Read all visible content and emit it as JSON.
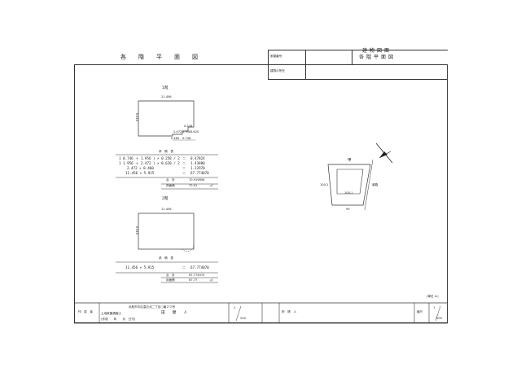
{
  "header": {
    "left_title": "各　階　平　面　図",
    "row1_label": "家屋番号",
    "row2_label": "建物の所在",
    "right_title_top": "建物図面",
    "right_title_bottom": "各階平面図"
  },
  "floor1": {
    "title": "1階",
    "dim_top": "11.456",
    "dim_left": "5.915",
    "dims_small": [
      "0.528",
      "2.472",
      "1.956",
      "3.620",
      "0.460",
      "0.746"
    ],
    "calc_header": "求　積　表",
    "calc_rows": [
      {
        "expr": "1  0.746 ＋ 1.956 ) × 0.258 / 2",
        "eq": "＝",
        "val": "0.47824"
      },
      {
        "expr": "1  1.956 ＋ 2.472 ) × 0.620 / 2",
        "eq": "＝",
        "val": "1.43880"
      },
      {
        "expr": "2.472 ×  0.460",
        "eq": "＝",
        "val": "1.22970"
      },
      {
        "expr": "11.456 ×  5.915",
        "eq": "＝",
        "val": "67.774070"
      }
    ],
    "total_label": "合　計",
    "total_value": "70.919856",
    "floor_area_label": "床面積",
    "floor_area_value": "70.91",
    "unit": "㎡"
  },
  "floor2": {
    "title": "2階",
    "dim_top": "11.456",
    "dim_left": "5.915",
    "calc_header": "求　積　表",
    "calc_rows": [
      {
        "expr": "11.456 ×  5.915",
        "eq": "＝",
        "val": "67.774070"
      }
    ],
    "total_label": "合　計",
    "total_value": "67.774070",
    "floor_area_label": "床面積",
    "floor_area_value": "67.77",
    "unit": "㎡"
  },
  "site": {
    "building_label": "甲",
    "lot_left": "100-2",
    "lot_main": "100-1",
    "road_label": "道路",
    "bottom_label": "99"
  },
  "footer": {
    "unit_note": "(単位 m)",
    "col_label1": "作　成　者",
    "address": "浜松市中区高丘北二丁目○番２０号",
    "sub_line": "土地家屋調査士",
    "name": "田　　健　　人",
    "date_line": "(作成　　年　　月　日付)",
    "scale_left_num": "1",
    "scale_left_den": "250",
    "col_label2": "申　請　人",
    "col_label3": "縮尺",
    "scale_right_num": "1",
    "scale_right_den": "500"
  }
}
